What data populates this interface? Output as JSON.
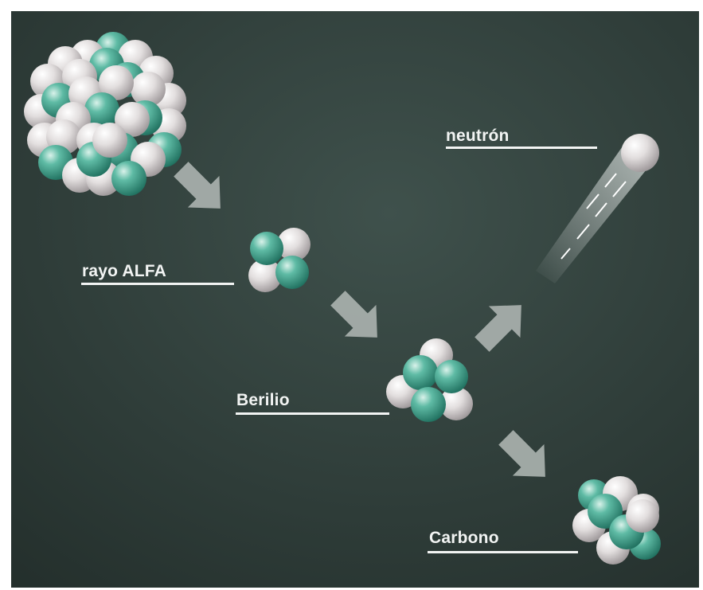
{
  "labels": {
    "alpha": "rayo ALFA",
    "beryllium": "Berilio",
    "neutron": "neutrón",
    "carbon": "Carbono"
  },
  "colors": {
    "background_top": "#3e4f4a",
    "background_bottom": "#24302d",
    "proton": "#3d9f8a",
    "neutron": "#d7d2d2",
    "arrow": "#a9b1ae",
    "label": "#f2f4f3"
  }
}
